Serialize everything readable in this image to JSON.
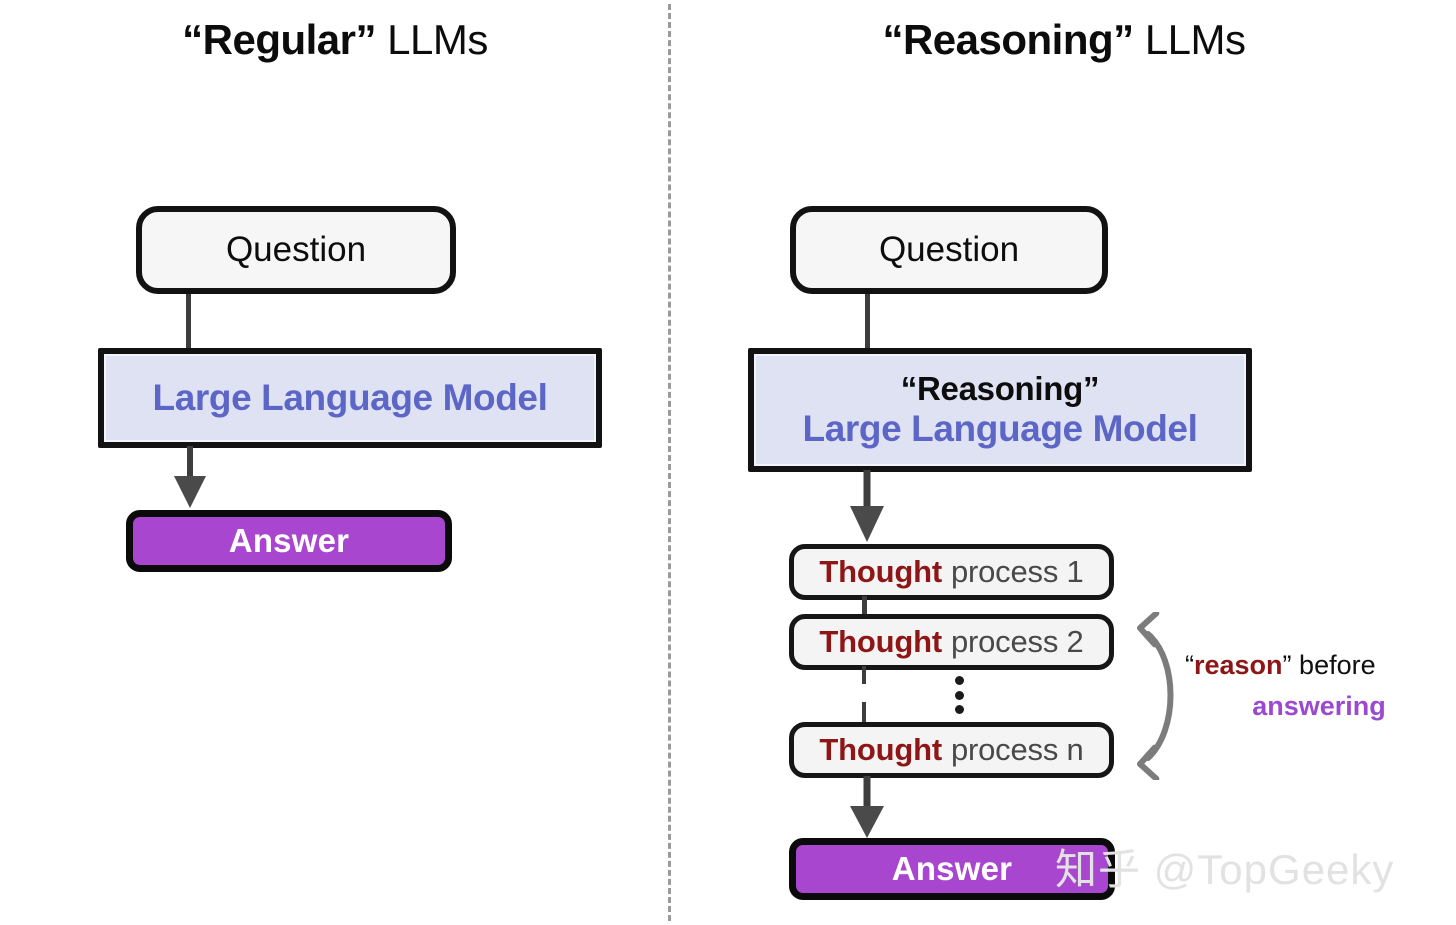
{
  "columns": {
    "left": {
      "title_quoted": "“Regular”",
      "title_rest": " LLMs",
      "question_label": "Question",
      "llm_label": "Large Language Model",
      "answer_label": "Answer"
    },
    "right": {
      "title_quoted": "“Reasoning”",
      "title_rest": " LLMs",
      "question_label": "Question",
      "llm_top_label": "“Reasoning”",
      "llm_label": "Large Language Model",
      "thoughts": [
        {
          "strong": "Thought",
          "rest": "process 1"
        },
        {
          "strong": "Thought",
          "rest": "process 2"
        },
        {
          "strong": "Thought",
          "rest": "process n"
        }
      ],
      "ellipsis": "⋮",
      "answer_label": "Answer"
    }
  },
  "annotation": {
    "quote_open": "“",
    "reason": "reason",
    "quote_close": "”",
    "before": " before",
    "answering": "answering"
  },
  "watermark": {
    "text": "知乎 @TopGeeky"
  },
  "colors": {
    "llm_fill": "#dfe2f3",
    "llm_text": "#5c66c6",
    "answer_fill": "#a846cf",
    "thought_strong": "#8e1616",
    "thought_rest": "#494949",
    "answering": "#9b4ad0",
    "border": "#121212",
    "connector": "#3d3d3d",
    "divider": "#9a9a9a",
    "watermark": "#e2e2e2"
  }
}
